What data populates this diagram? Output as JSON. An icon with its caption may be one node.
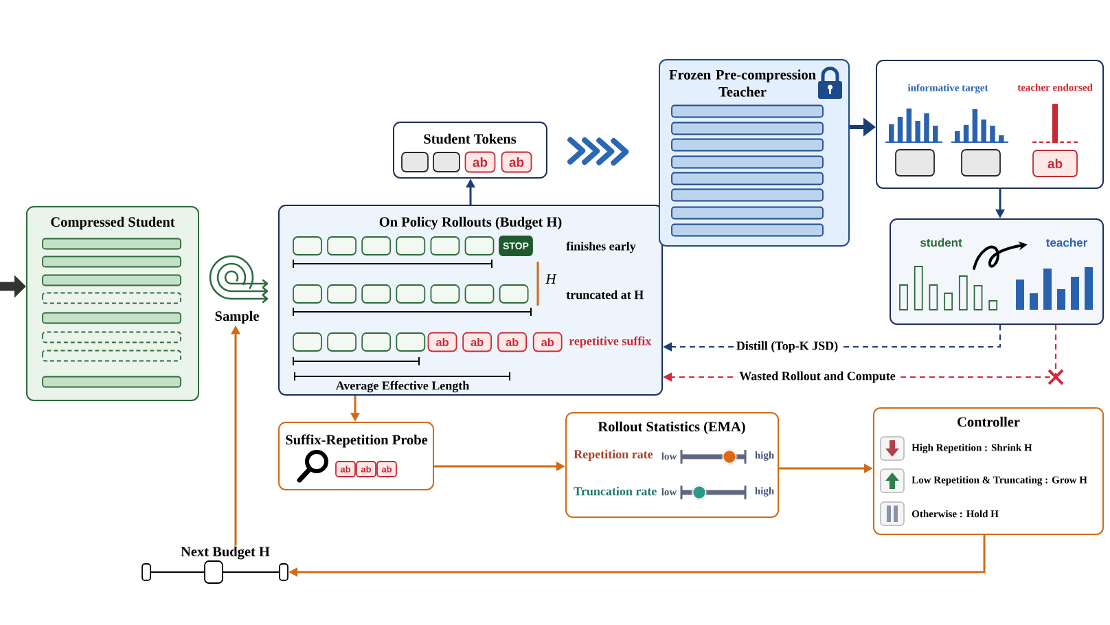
{
  "diagram": {
    "nodes": [
      {
        "text": [
          "Compressed Student"
        ]
      },
      {
        "text": [
          "Sample"
        ]
      },
      {
        "text": [
          "On Policy Rollouts (Budget H)",
          "finishes early",
          "H",
          "truncated at H",
          "repetitive suffix",
          "Average Effective Length"
        ]
      },
      {
        "text": [],
        "shape": "box",
        "in": 2
      },
      {
        "text": [],
        "shape": "box",
        "in": 2
      },
      {
        "text": [],
        "shape": "box",
        "in": 2
      },
      {
        "text": [],
        "shape": "box",
        "in": 2
      },
      {
        "text": [],
        "shape": "box",
        "in": 2
      },
      {
        "text": [],
        "shape": "box",
        "in": 2
      },
      {
        "text": [
          "STOP"
        ],
        "in": 2
      },
      {
        "text": [],
        "shape": "box",
        "in": 2
      },
      {
        "text": [],
        "shape": "box",
        "in": 2
      },
      {
        "text": [],
        "shape": "box",
        "in": 2
      },
      {
        "text": [],
        "shape": "box",
        "in": 2
      },
      {
        "text": [],
        "shape": "box",
        "in": 2
      },
      {
        "text": [],
        "shape": "box",
        "in": 2
      },
      {
        "text": [],
        "shape": "box",
        "in": 2
      },
      {
        "text": [],
        "shape": "box",
        "in": 2
      },
      {
        "text": [],
        "shape": "box",
        "in": 2
      },
      {
        "text": [],
        "shape": "box",
        "in": 2
      },
      {
        "text": [],
        "shape": "box",
        "in": 2
      },
      {
        "text": [
          "ab"
        ],
        "in": 2
      },
      {
        "text": [
          "ab"
        ],
        "in": 2
      },
      {
        "text": [
          "ab"
        ],
        "in": 2
      },
      {
        "text": [
          "ab"
        ],
        "in": 2
      },
      {
        "text": [
          "Student Tokens"
        ]
      },
      {
        "text": [],
        "shape": "box",
        "in": 25
      },
      {
        "text": [],
        "shape": "box",
        "in": 25
      },
      {
        "text": [
          "ab"
        ],
        "in": 25
      },
      {
        "text": [
          "ab"
        ],
        "in": 25
      },
      {
        "text": [
          "Frozen Pre-compression Teacher"
        ]
      },
      {
        "text": [
          "informative target",
          "teacher endorsed"
        ]
      },
      {
        "text": [],
        "shape": "box",
        "in": 31
      },
      {
        "text": [],
        "shape": "box",
        "in": 31
      },
      {
        "text": [
          "ab"
        ],
        "in": 31
      },
      {
        "text": [
          "student",
          "teacher"
        ]
      },
      {
        "text": [
          "Suffix-Repetition Probe"
        ]
      },
      {
        "text": [
          "ab"
        ],
        "in": 36
      },
      {
        "text": [
          "ab"
        ],
        "in": 36
      },
      {
        "text": [
          "ab"
        ],
        "in": 36
      },
      {
        "text": [
          "Rollout Statistics (EMA)",
          "Repetition rate",
          "low",
          "high",
          "Truncation rate",
          "low",
          "high"
        ]
      },
      {
        "text": [
          "Controller",
          "High Repetition : Shrink H",
          "Low Repetition & Truncating : Grow H",
          "Otherwise : Hold H"
        ]
      },
      {
        "text": [
          "Next Budget H"
        ]
      }
    ],
    "edges": [
      {
        "from": null,
        "to": 0,
        "arrow": "to",
        "style": "thick",
        "color": "#333333"
      },
      {
        "from": 2,
        "to": 25,
        "arrow": "to",
        "color": "#1b3f73"
      },
      {
        "from": 25,
        "to": 30,
        "arrow": "to",
        "style": "thick",
        "color": "#2b68b1"
      },
      {
        "from": 30,
        "to": 31,
        "arrow": "to",
        "style": "thick",
        "color": "#1b3f73"
      },
      {
        "from": 31,
        "to": 35,
        "arrow": "to",
        "color": "#1b3f73"
      },
      {
        "from": 35,
        "to": 2,
        "arrow": "to",
        "label": "Distill (Top-K JSD)",
        "style": "dashed",
        "color": "#1b3f73"
      },
      {
        "from": 35,
        "to": 2,
        "arrow": "to",
        "label": "Wasted Rollout and Compute",
        "style": "dashed",
        "color": "#d42a3a"
      },
      {
        "from": 2,
        "to": 36,
        "arrow": "to"
      },
      {
        "from": 36,
        "to": 40,
        "arrow": "to"
      },
      {
        "from": 40,
        "to": 41,
        "arrow": "to"
      },
      {
        "from": 41,
        "to": 42,
        "arrow": "to"
      },
      {
        "from": 42,
        "to": 1,
        "arrow": "to"
      }
    ]
  }
}
